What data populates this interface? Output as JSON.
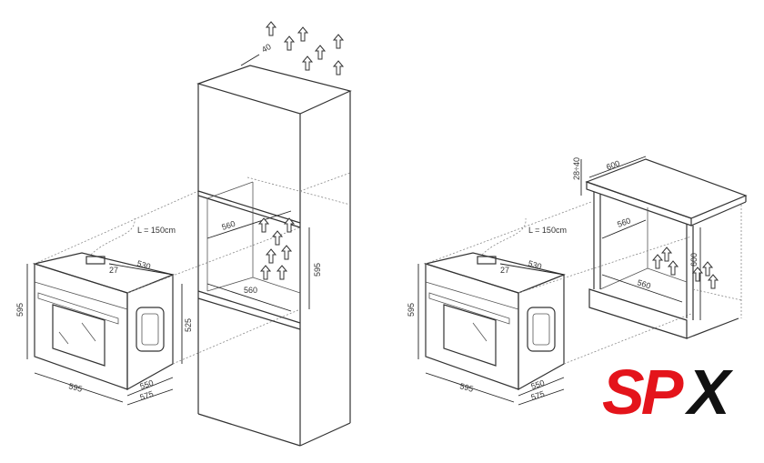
{
  "diagram": {
    "title": "Built-in oven installation dimensions",
    "cable_label": "L = 150cm",
    "left_oven": {
      "depth_top": "530",
      "height": "595",
      "width": "595",
      "side_height": "525",
      "depth1": "550",
      "depth2": "575",
      "panel": "27"
    },
    "tall_column": {
      "vent_gap": "40",
      "niche_width_top": "560",
      "niche_width_bottom": "560",
      "niche_height": "595"
    },
    "right_oven": {
      "depth_top": "530",
      "height": "595",
      "width": "595",
      "depth1": "550",
      "depth2": "575",
      "panel": "27"
    },
    "under_counter": {
      "worktop_depth": "600",
      "worktop_thickness": "28÷40",
      "niche_width_top": "560",
      "niche_width_bottom": "560",
      "niche_height": "600"
    }
  },
  "logo": {
    "text": "SPX",
    "part1": "SP",
    "part2": "X",
    "color_red": "#e4141b",
    "color_black": "#111111"
  }
}
